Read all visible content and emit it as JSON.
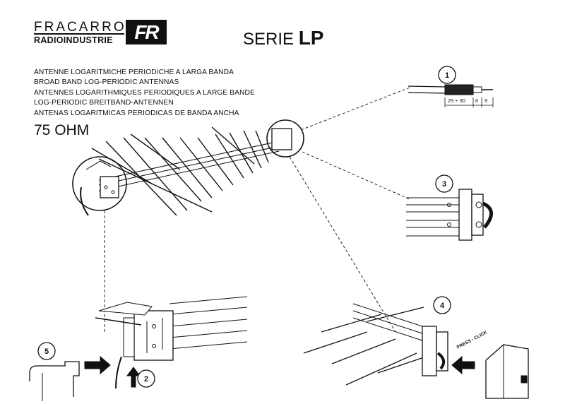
{
  "brand": {
    "name_line1": "FRACARRO",
    "name_line2": "RADIOINDUSTRIE",
    "logo_mark": "FR"
  },
  "series": {
    "prefix": "SERIE",
    "code": "LP"
  },
  "descriptions": [
    "ANTENNE LOGARITMICHE PERIODICHE A LARGA BANDA",
    "BROAD BAND LOG-PERIODIC ANTENNAS",
    "ANTENNES LOGARITHMIQUES PERIODIQUES A LARGE BANDE",
    "LOG-PERIODIC BREITBAND-ANTENNEN",
    "ANTENAS LOGARITMICAS PERIODICAS DE BANDA ANCHA"
  ],
  "impedance": "75 OHM",
  "steps": {
    "s1": "1",
    "s2": "2",
    "s3": "3",
    "s4": "4",
    "s5": "5"
  },
  "cable_dimensions": {
    "d1": "25 ÷ 30",
    "d2": "6",
    "d3": "9"
  },
  "annotation": "PRESS - CLICK",
  "colors": {
    "ink": "#111111",
    "paper": "#ffffff"
  }
}
